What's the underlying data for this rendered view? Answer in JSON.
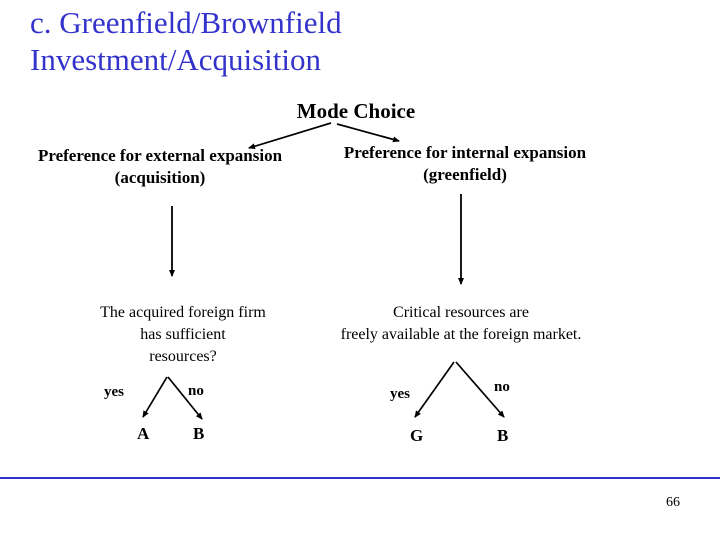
{
  "colors": {
    "accent": "#3333cc",
    "ink": "#000000"
  },
  "slide": {
    "title_lines": [
      "c. Greenfield/Brownfield",
      "Investment/Acquisition"
    ],
    "page_number": "66"
  },
  "diagram": {
    "root": "Mode Choice",
    "left": {
      "header_lines": [
        "Preference for external expansion",
        "(acquisition)"
      ],
      "question_lines": [
        "The acquired foreign firm",
        "has sufficient",
        "resources?"
      ],
      "yes": "yes",
      "no": "no",
      "yes_result": "A",
      "no_result": "B"
    },
    "right": {
      "header_lines": [
        "Preference for internal expansion",
        "(greenfield)"
      ],
      "question_lines": [
        "Critical resources are",
        "freely available at the foreign market."
      ],
      "yes": "yes",
      "no": "no",
      "yes_result": "G",
      "no_result": "B"
    }
  }
}
